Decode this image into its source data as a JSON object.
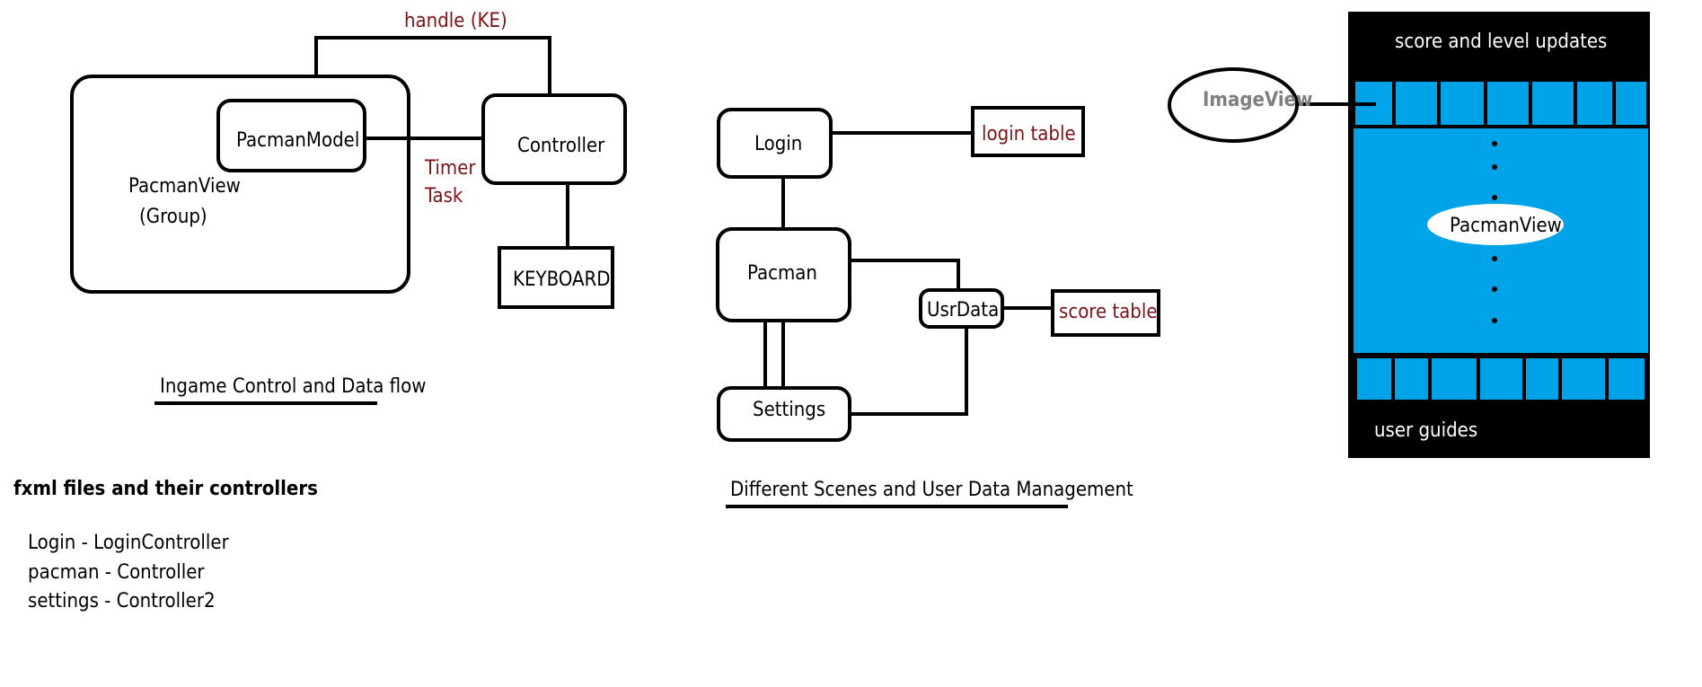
{
  "ingame": {
    "handle_label": "handle (KE)",
    "pacman_model": "PacmanModel",
    "controller": "Controller",
    "pacman_view_line1": "PacmanView",
    "pacman_view_line2": "(Group)",
    "timer_line1": "Timer",
    "timer_line2": "Task",
    "keyboard": "KEYBOARD",
    "caption": "Ingame Control and Data flow"
  },
  "fxml": {
    "title": "fxml files and their controllers",
    "lines": [
      "Login - LoginController",
      "pacman - Controller",
      "settings - Controller2"
    ]
  },
  "scenes": {
    "login": "Login",
    "login_table": "login table",
    "pacman": "Pacman",
    "usrdata": "UsrData",
    "score_table": "score table",
    "settings": "Settings",
    "caption": "Different Scenes and User Data Management"
  },
  "screen": {
    "top_text": "score and level updates",
    "imageview": "ImageView",
    "pacman_view": "PacmanView",
    "bottom_text": "user guides",
    "colors": {
      "frame": "#000000",
      "blue": "#00a2e8",
      "label_red": "#7a1418",
      "label_gray": "#7f7f7f"
    }
  }
}
